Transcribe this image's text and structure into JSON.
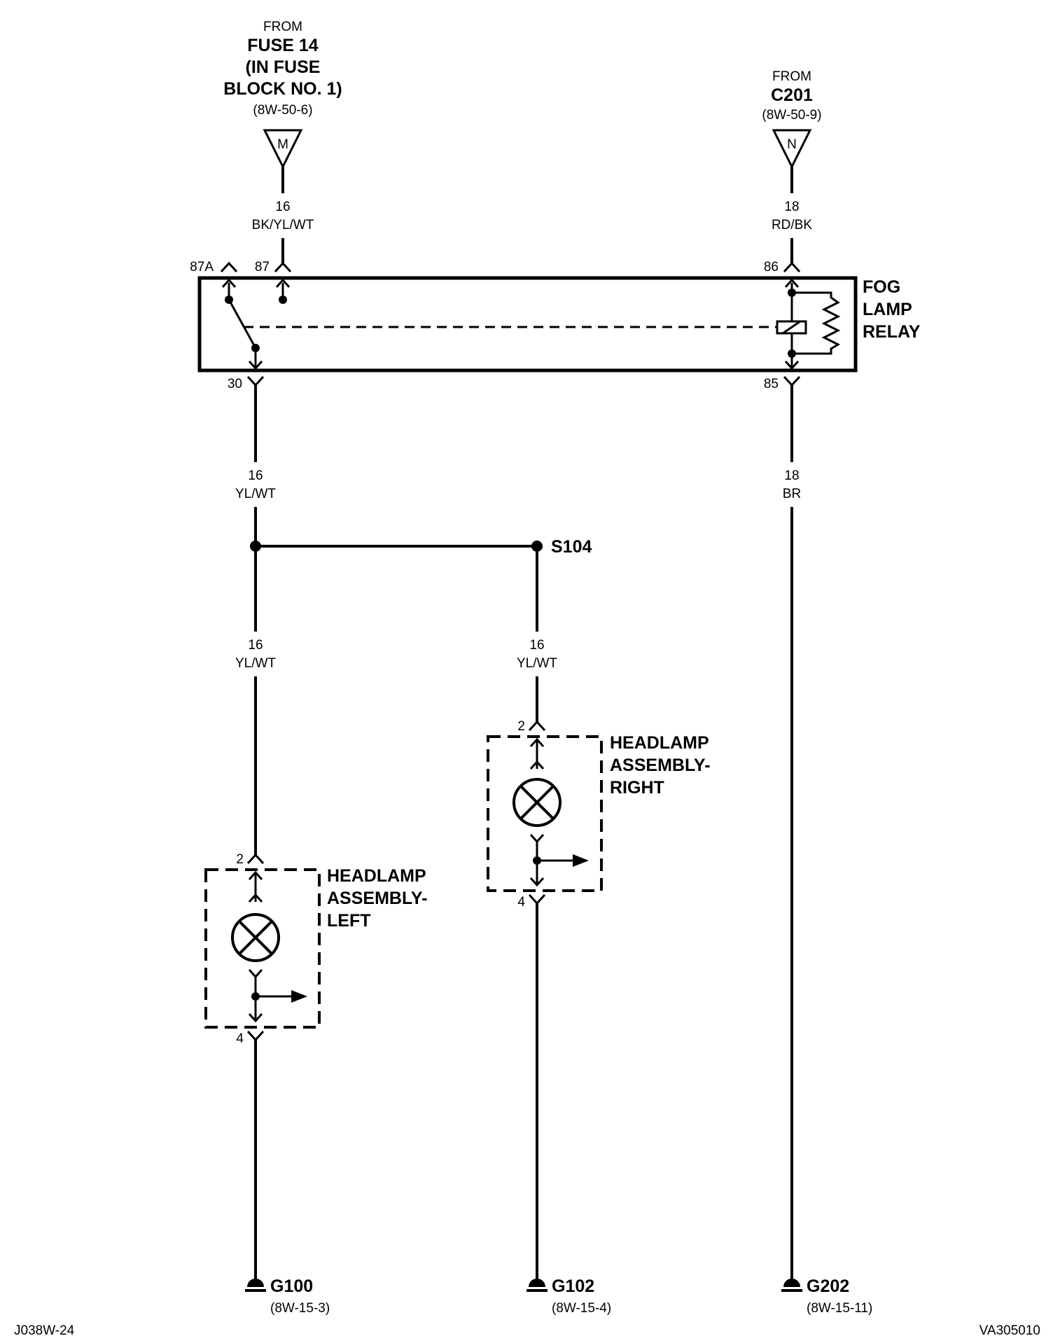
{
  "top_left_source": {
    "from": "FROM",
    "line1": "FUSE 14",
    "line2": "(IN FUSE",
    "line3": "BLOCK NO. 1)",
    "ref": "(8W-50-6)",
    "connector": "M"
  },
  "top_right_source": {
    "from": "FROM",
    "name": "C201",
    "ref": "(8W-50-9)",
    "connector": "N"
  },
  "wires": {
    "w87_gauge": "16",
    "w87_color": "BK/YL/WT",
    "w86_gauge": "18",
    "w86_color": "RD/BK",
    "w30_gauge": "16",
    "w30_color": "YL/WT",
    "w85_gauge": "18",
    "w85_color": "BR",
    "left_gauge": "16",
    "left_color": "YL/WT",
    "right_gauge": "16",
    "right_color": "YL/WT"
  },
  "relay": {
    "line1": "FOG",
    "line2": "LAMP",
    "line3": "RELAY",
    "pin_87a": "87A",
    "pin_87": "87",
    "pin_86": "86",
    "pin_30": "30",
    "pin_85": "85"
  },
  "splice": {
    "name": "S104"
  },
  "headlamp_left": {
    "line1": "HEADLAMP",
    "line2": "ASSEMBLY-",
    "line3": "LEFT",
    "pin_top": "2",
    "pin_bottom": "4"
  },
  "headlamp_right": {
    "line1": "HEADLAMP",
    "line2": "ASSEMBLY-",
    "line3": "RIGHT",
    "pin_top": "2",
    "pin_bottom": "4"
  },
  "grounds": {
    "g100": "G100",
    "g100_ref": "(8W-15-3)",
    "g102": "G102",
    "g102_ref": "(8W-15-4)",
    "g202": "G202",
    "g202_ref": "(8W-15-11)"
  },
  "footer": {
    "left": "J038W-24",
    "right": "VA305010"
  }
}
